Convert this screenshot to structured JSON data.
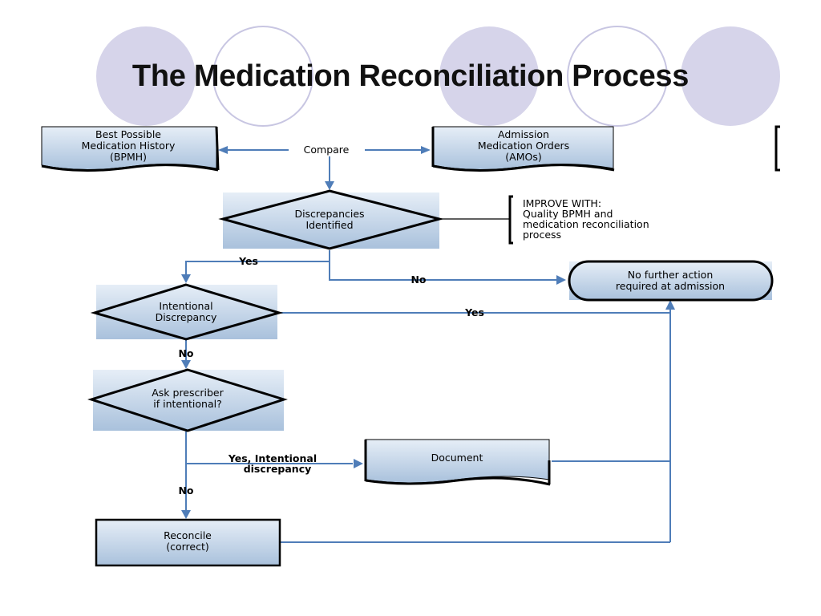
{
  "slide": {
    "title": "The Medication Reconciliation Process"
  },
  "flowchart": {
    "bpmh": [
      "Best Possible",
      "Medication History",
      "(BPMH)"
    ],
    "compare_label": "Compare",
    "amos": [
      "Admission",
      "Medication Orders",
      "(AMOs)"
    ],
    "discrepancies": [
      "Discrepancies",
      "Identified"
    ],
    "improve_note": [
      "IMPROVE WITH:",
      "Quality BPMH and",
      "medication reconciliation",
      "process"
    ],
    "yes_1": "Yes",
    "no_1": "No",
    "no_further_action": [
      "No further action",
      "required at admission"
    ],
    "intentional": [
      "Intentional",
      "Discrepancy"
    ],
    "yes_2": "Yes",
    "no_2": "No",
    "ask_prescriber": [
      "Ask prescriber",
      "if intentional?"
    ],
    "yes_intentional": [
      "Yes, Intentional",
      "discrepancy"
    ],
    "document": "Document",
    "no_3": "No",
    "reconcile": [
      "Reconcile",
      "(correct)"
    ]
  },
  "colors": {
    "circle_fill": "#d6d4ea",
    "circle_stroke": "#c4c2df",
    "connector": "#4f7db8",
    "box_top": "#e6eef7",
    "box_bottom": "#a9c1dc"
  }
}
